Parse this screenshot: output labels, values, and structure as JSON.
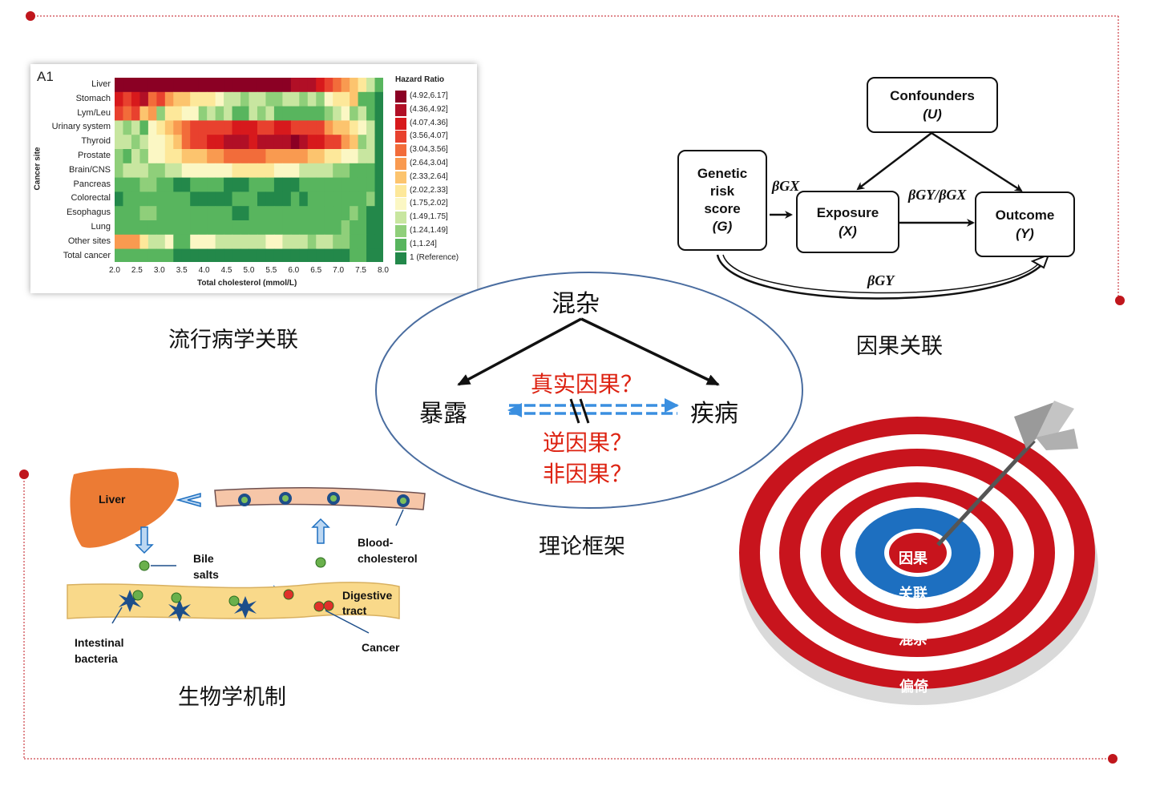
{
  "captions": {
    "epidemiology": "流行病学关联",
    "causal": "因果关联",
    "theory": "理论框架",
    "biology": "生物学机制"
  },
  "heatmap": {
    "panel_label": "A1",
    "ylabel": "Cancer site",
    "xlabel": "Total cholesterol (mmol/L)",
    "legend_title": "Hazard Ratio",
    "rows": [
      "Liver",
      "Stomach",
      "Lym/Leu",
      "Urinary system",
      "Thyroid",
      "Prostate",
      "Brain/CNS",
      "Pancreas",
      "Colorectal",
      "Esophagus",
      "Lung",
      "Other sites",
      "Total cancer"
    ],
    "xticks": [
      "2.0",
      "2.5",
      "3.0",
      "3.5",
      "4.0",
      "4.5",
      "5.0",
      "5.5",
      "6.0",
      "6.5",
      "7.0",
      "7.5",
      "8.0"
    ],
    "legend": [
      {
        "label": "(4.92,6.17]",
        "color": "#8b0024"
      },
      {
        "label": "(4.36,4.92]",
        "color": "#b10f26"
      },
      {
        "label": "(4.07,4.36]",
        "color": "#d7191c"
      },
      {
        "label": "(3.56,4.07]",
        "color": "#e8412e"
      },
      {
        "label": "(3.04,3.56]",
        "color": "#f26c3a"
      },
      {
        "label": "(2.64,3.04]",
        "color": "#f99a50"
      },
      {
        "label": "(2.33,2.64]",
        "color": "#fcc46e"
      },
      {
        "label": "(2.02,2.33]",
        "color": "#fde89a"
      },
      {
        "label": "(1.75,2.02]",
        "color": "#fbf7c4"
      },
      {
        "label": "(1.49,1.75]",
        "color": "#c8e6a0"
      },
      {
        "label": "(1.24,1.49]",
        "color": "#8fcf7a"
      },
      {
        "label": "(1,1.24]",
        "color": "#58b55e"
      },
      {
        "label": "1 (Reference)",
        "color": "#23884a"
      }
    ]
  },
  "causal_diagram": {
    "confounders": [
      "Confounders",
      "(U)"
    ],
    "genetic": [
      "Genetic",
      "risk",
      "score",
      "(G)"
    ],
    "exposure": [
      "Exposure",
      "(X)"
    ],
    "outcome": [
      "Outcome",
      "(Y)"
    ],
    "beta_gx": "βGX",
    "beta_ratio": "βGY/βGX",
    "beta_gy": "βGY"
  },
  "theory": {
    "confounding": "混杂",
    "exposure": "暴露",
    "disease": "疾病",
    "true_causal": "真实因果？",
    "reverse_causal": "逆因果？",
    "non_causal": "非因果？"
  },
  "biology": {
    "liver": "Liver",
    "bile": "Bile",
    "salts": "salts",
    "blood1": "Blood-",
    "blood2": "cholesterol",
    "digestive1": "Digestive",
    "digestive2": "tract",
    "intestinal1": "Intestinal",
    "intestinal2": "bacteria",
    "cancer": "Cancer"
  },
  "target": {
    "center": "因果",
    "assoc": "关联",
    "confound": "混杂",
    "bias": "偏倚"
  },
  "colors": {
    "frame_red": "#c0161c",
    "target_red": "#c8141d",
    "target_blue": "#1d6fc0",
    "text_red": "#d21c1c",
    "dashed_blue": "#3a8fe0"
  }
}
